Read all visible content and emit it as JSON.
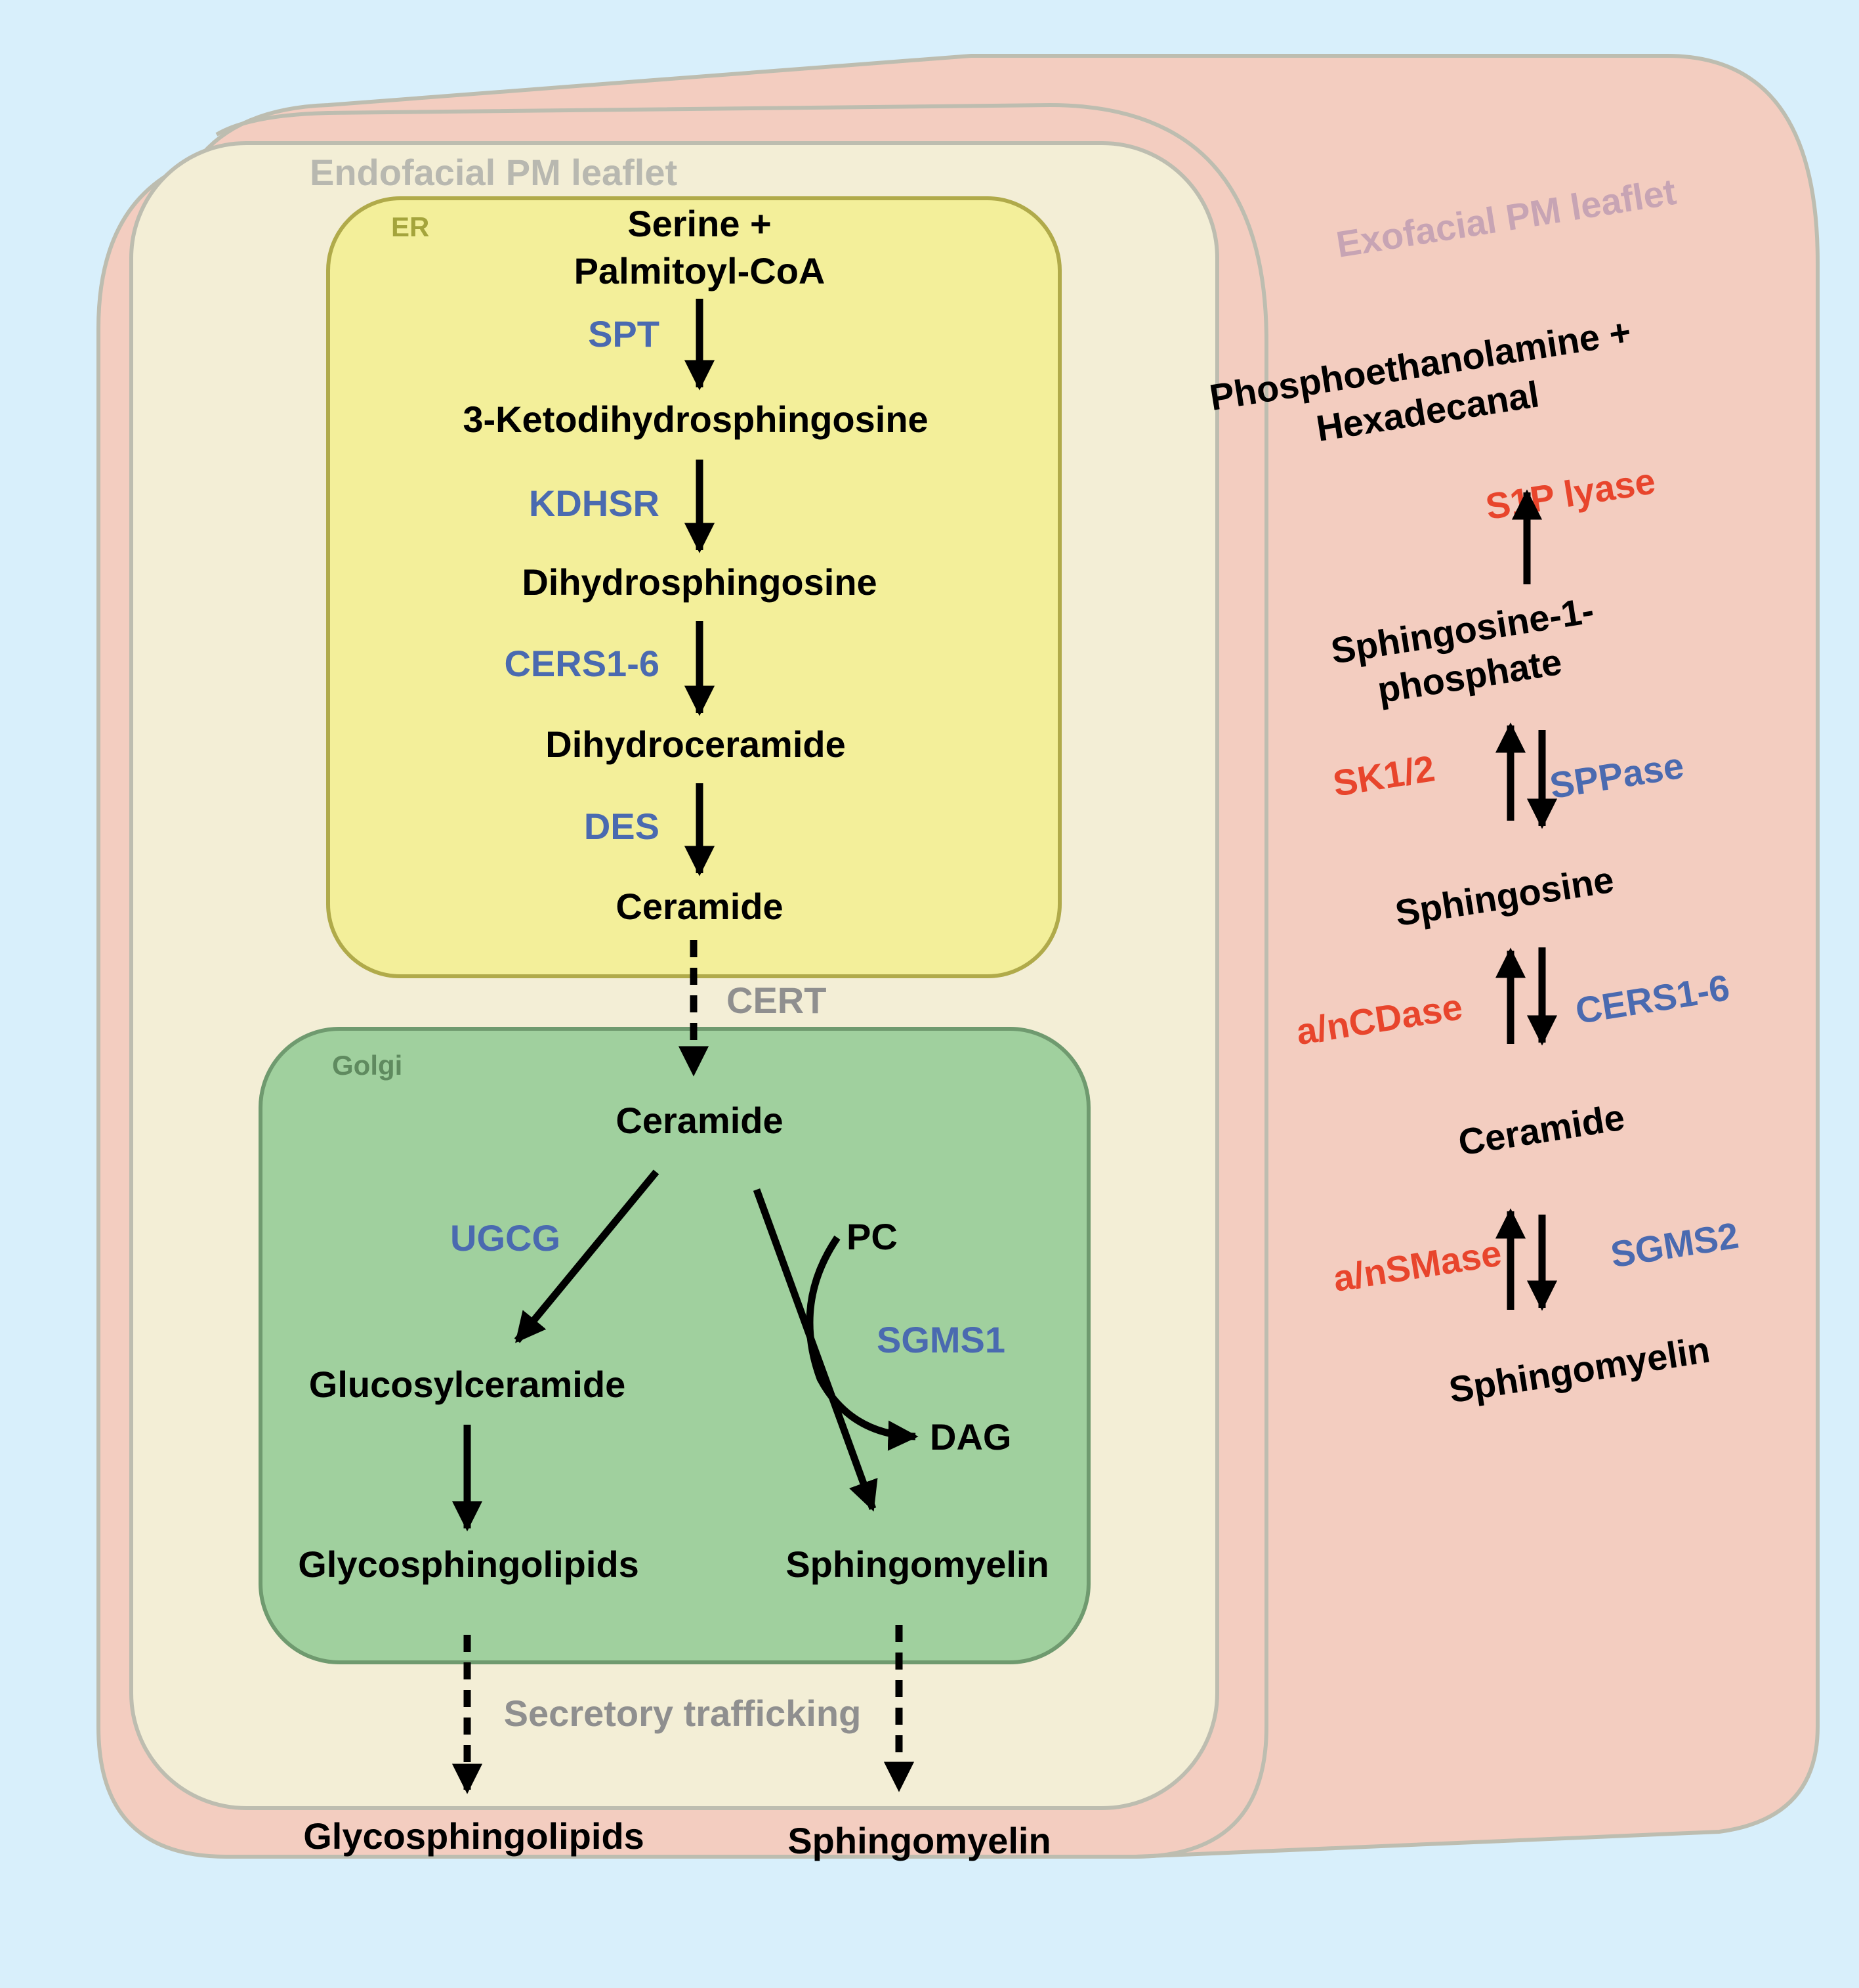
{
  "compartments": {
    "endofacial": "Endofacial PM leaflet",
    "exofacial": "Exofacial PM leaflet",
    "er": "ER",
    "golgi": "Golgi"
  },
  "er_pathway": {
    "substrate_line1": "Serine +",
    "substrate_line2": "Palmitoyl-CoA",
    "enzyme_spt": "SPT",
    "ketodihydrosphingosine": "3-Ketodihydrosphingosine",
    "enzyme_kdhsr": "KDHSR",
    "dihydrosphingosine": "Dihydrosphingosine",
    "enzyme_cers": "CERS1-6",
    "dihydroceramide": "Dihydroceramide",
    "enzyme_des": "DES",
    "ceramide": "Ceramide"
  },
  "transport": {
    "cert": "CERT",
    "secretory": "Secretory trafficking"
  },
  "golgi_pathway": {
    "ceramide": "Ceramide",
    "enzyme_ugcg": "UGCG",
    "glucosylceramide": "Glucosylceramide",
    "glycosphingolipids": "Glycosphingolipids",
    "pc": "PC",
    "enzyme_sgms1": "SGMS1",
    "dag": "DAG",
    "sphingomyelin": "Sphingomyelin"
  },
  "pm_products": {
    "glycosphingolipids": "Glycosphingolipids",
    "sphingomyelin": "Sphingomyelin"
  },
  "exofacial_pathway": {
    "products_line1": "Phosphoethanolamine +",
    "products_line2": "Hexadecanal",
    "enzyme_s1p_lyase": "S1P lyase",
    "s1p_line1": "Sphingosine-1-",
    "s1p_line2": "phosphate",
    "enzyme_sk": "SK1/2",
    "enzyme_sppase": "SPPase",
    "sphingosine": "Sphingosine",
    "enzyme_cdase": "a/nCDase",
    "enzyme_cers": "CERS1-6",
    "ceramide": "Ceramide",
    "enzyme_smase": "a/nSMase",
    "enzyme_sgms2": "SGMS2",
    "sphingomyelin": "Sphingomyelin"
  },
  "colors": {
    "background": "#d8effb",
    "membrane": "#f3cdc0",
    "cytosol": "#f3eed6",
    "er": "#f3ef9a",
    "golgi": "#a0d09e",
    "enzyme_forward": "#4a6ab0",
    "enzyme_reverse": "#e8452c"
  }
}
